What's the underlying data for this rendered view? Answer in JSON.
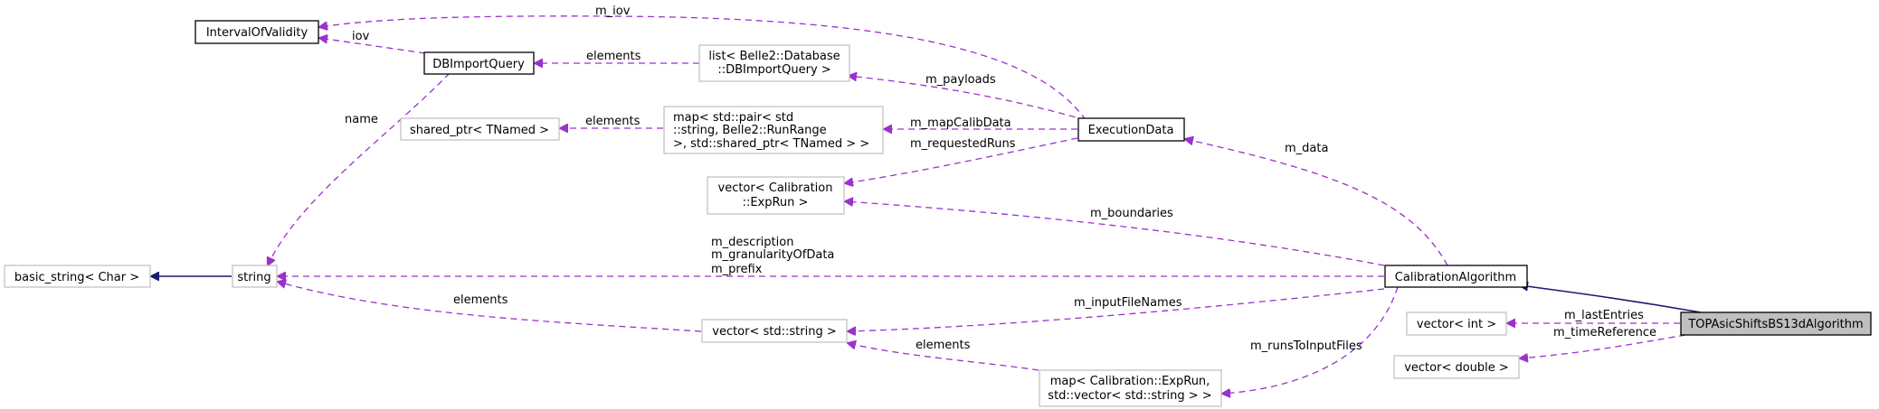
{
  "nodes": {
    "interval_of_validity": "IntervalOfValidity",
    "db_import_query": "DBImportQuery",
    "list_db_import_query": [
      "list< Belle2::Database",
      "::DBImportQuery >"
    ],
    "shared_ptr_tnamed": "shared_ptr< TNamed >",
    "map_calib_data": [
      "map< std::pair< std",
      "::string, Belle2::RunRange",
      " >, std::shared_ptr< TNamed > >"
    ],
    "execution_data": "ExecutionData",
    "vector_exprun": [
      "vector< Calibration",
      "::ExpRun >"
    ],
    "basic_string": "basic_string< Char >",
    "string": "string",
    "calibration_algorithm": "CalibrationAlgorithm",
    "vector_int": "vector< int >",
    "top_asic_shifts": "TOPAsicShiftsBS13dAlgorithm",
    "vector_std_string": "vector< std::string >",
    "vector_double": "vector< double >",
    "map_runs_to_input_files": [
      "map< Calibration::ExpRun,",
      "std::vector< std::string > >"
    ]
  },
  "edges": {
    "m_iov": "m_iov",
    "iov": "iov",
    "elements_dbquery": "elements",
    "name": "name",
    "m_payloads": "m_payloads",
    "elements_shared": "elements",
    "m_mapCalibData": "m_mapCalibData",
    "m_requestedRuns": "m_requestedRuns",
    "m_data": "m_data",
    "m_boundaries": "m_boundaries",
    "m_description": "m_description",
    "m_granularityOfData": "m_granularityOfData",
    "m_prefix": "m_prefix",
    "elements_string": "elements",
    "m_inputFileNames": "m_inputFileNames",
    "m_lastEntries": "m_lastEntries",
    "m_timeReference": "m_timeReference",
    "elements_vector_string": "elements",
    "m_runsToInputFiles": "m_runsToInputFiles"
  },
  "colors": {
    "member_edge": "#9a32cd",
    "inheritance_edge": "#191970",
    "focus_node_fill": "#bfbfbf",
    "external_node_border": "#bfbfbf"
  }
}
